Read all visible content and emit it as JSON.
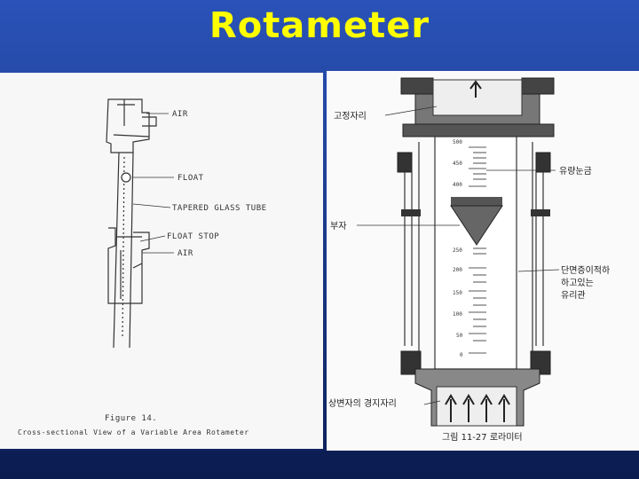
{
  "slide": {
    "title": "Rotameter",
    "background_color": "#1e3c8c",
    "title_color": "#ffff00"
  },
  "left_figure": {
    "labels": {
      "air_top": "AIR",
      "float": "FLOAT",
      "tube": "TAPERED GLASS TUBE",
      "float_stop": "FLOAT STOP",
      "air_bottom": "AIR"
    },
    "caption_number": "Figure 14.",
    "caption_text": "Cross-sectional View of a Variable Area Rotameter"
  },
  "right_figure": {
    "labels": {
      "top_fixing": "고정자리",
      "scale": "유량눈금",
      "float": "부자",
      "tube": "단면증이적하",
      "tube_line2": "하고있는",
      "tube_line3": "유리관",
      "bottom_fixing": "상변자의 경지자리"
    },
    "scale_ticks": [
      "500",
      "450",
      "400",
      "250",
      "200",
      "150",
      "100",
      "50",
      "0"
    ],
    "caption": "그림 11-27 로라미터"
  }
}
